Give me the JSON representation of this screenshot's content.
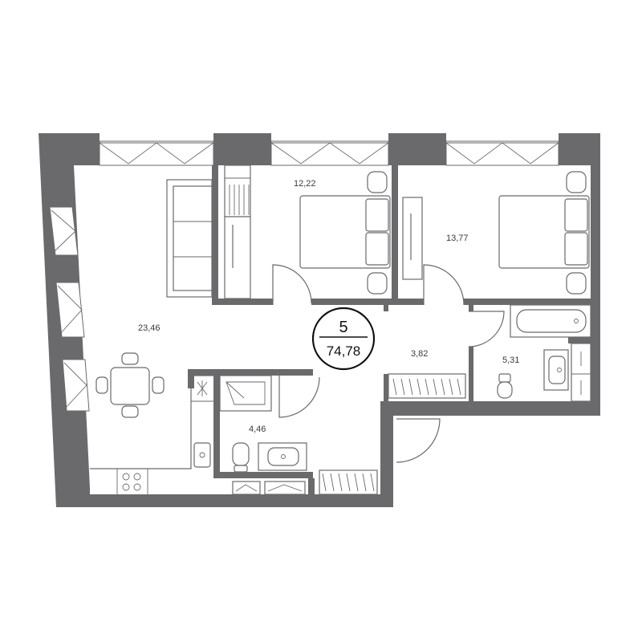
{
  "apartment": {
    "rooms_count": "5",
    "total_area": "74,78"
  },
  "rooms": [
    {
      "id": "living-kitchen",
      "area": "23,46"
    },
    {
      "id": "bedroom-1",
      "area": "12,22"
    },
    {
      "id": "bedroom-2",
      "area": "13,77"
    },
    {
      "id": "hall",
      "area": "3,82"
    },
    {
      "id": "bathroom",
      "area": "5,31"
    },
    {
      "id": "shower-room",
      "area": "4,46"
    }
  ],
  "colors": {
    "wall": "#6a6a6c",
    "background": "#ffffff",
    "text": "#3a3a3a"
  }
}
